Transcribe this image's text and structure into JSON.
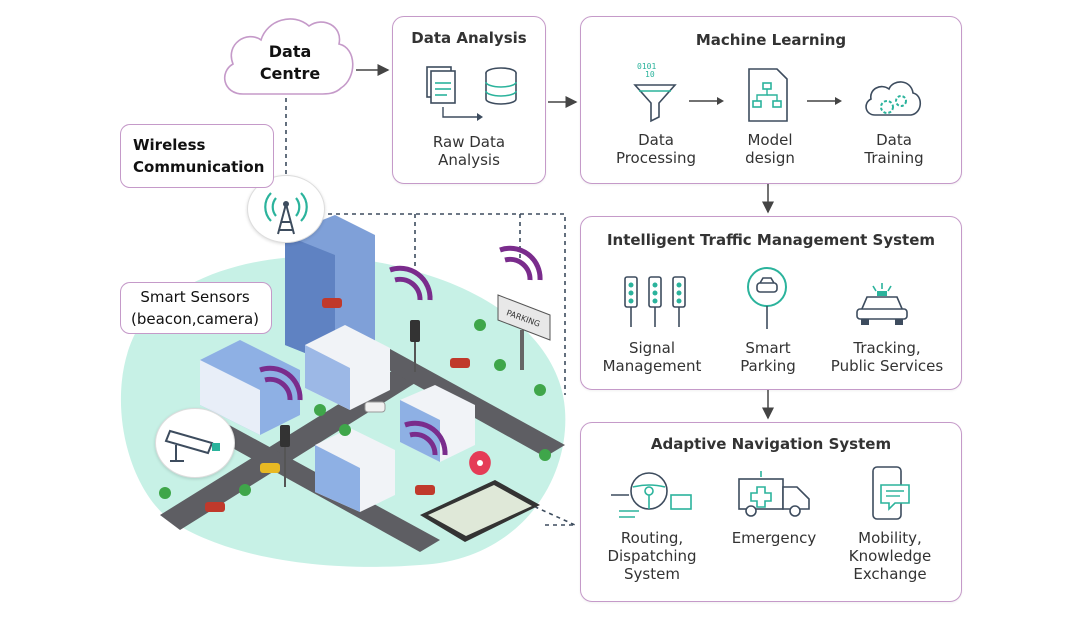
{
  "colors": {
    "border": "#c59ac9",
    "teal": "#2bb39c",
    "purple": "#7a2c8c",
    "ground": "#c7f1e6",
    "road": "#5e5e63",
    "building": "#7fa0d8"
  },
  "cloud": {
    "label": "Data\nCentre"
  },
  "wireless": {
    "label": "Wireless\nCommunication"
  },
  "sensors": {
    "label": "Smart Sensors\n(beacon,camera)"
  },
  "city": {
    "parking_sign": "PARKING"
  },
  "data_analysis": {
    "title": "Data Analysis",
    "item": {
      "label": "Raw Data\nAnalysis",
      "icons": [
        "document-icon",
        "database-icon"
      ]
    }
  },
  "machine_learning": {
    "title": "Machine Learning",
    "items": [
      {
        "label": "Data\nProcessing",
        "icon": "funnel-binary-icon"
      },
      {
        "label": "Model\ndesign",
        "icon": "document-hierarchy-icon"
      },
      {
        "label": "Data\nTraining",
        "icon": "cloud-gears-icon"
      }
    ]
  },
  "itms": {
    "title": "Intelligent Traffic Management System",
    "items": [
      {
        "label": "Signal\nManagement",
        "icon": "traffic-light-icon"
      },
      {
        "label": "Smart\nParking",
        "icon": "parking-sign-icon"
      },
      {
        "label": "Tracking,\nPublic Services",
        "icon": "police-car-icon"
      }
    ]
  },
  "ans": {
    "title": "Adaptive Navigation System",
    "items": [
      {
        "label": "Routing,\nDispatching\nSystem",
        "icon": "steering-routing-icon"
      },
      {
        "label": "Emergency",
        "icon": "ambulance-icon"
      },
      {
        "label": "Mobility,\nKnowledge\nExchange",
        "icon": "phone-chat-icon"
      }
    ]
  }
}
